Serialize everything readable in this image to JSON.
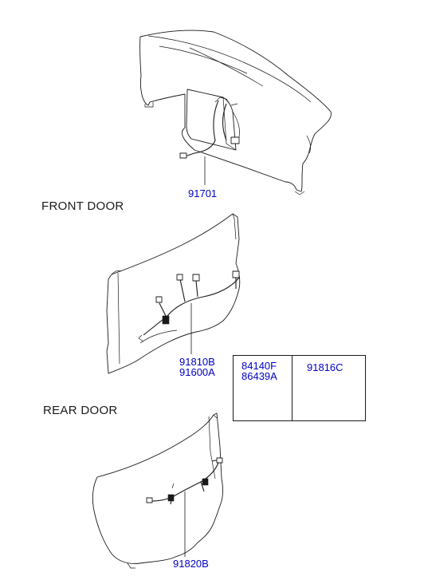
{
  "sections": {
    "front_door": "FRONT DOOR",
    "rear_door": "REAR DOOR"
  },
  "parts": {
    "dash_harness": "91701",
    "front_door_harness_a": "91810B",
    "front_door_harness_b": "91600A",
    "rear_door_harness": "91820B",
    "grommet_a": "84140F",
    "grommet_b": "86439A",
    "grommet_c": "91816C"
  },
  "colors": {
    "part_number": "#0000c8",
    "line_art": "#1a1a1a"
  }
}
